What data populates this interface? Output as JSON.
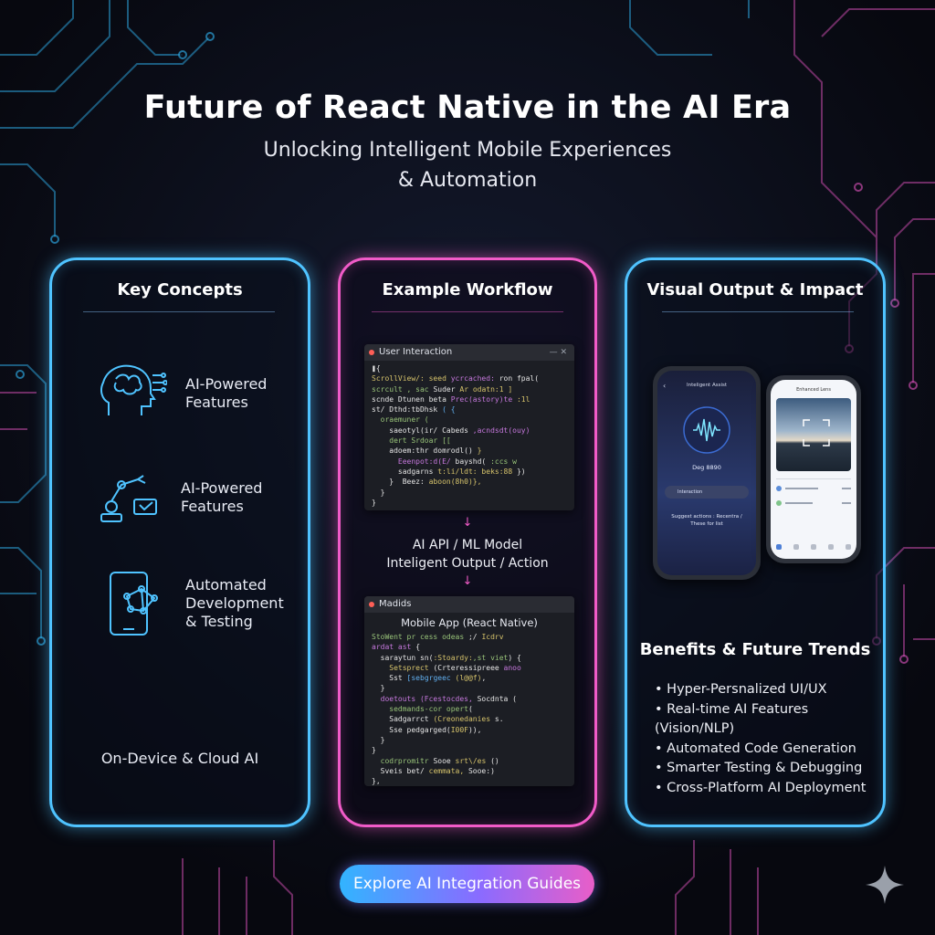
{
  "header": {
    "title": "Future of React Native in the AI Era",
    "subtitle_line1": "Unlocking Intelligent Mobile Experiences",
    "subtitle_line2": "& Automation"
  },
  "panels": {
    "concepts": {
      "title": "Key Concepts",
      "items": [
        {
          "line1": "AI-Powered",
          "line2": "Features",
          "icon": "brain-head-icon"
        },
        {
          "line1": "AI-Powered",
          "line2": "Features",
          "icon": "robot-arm-icon"
        },
        {
          "line1": "Automated",
          "line2": "Development",
          "line3": "& Testing",
          "icon": "phone-network-icon"
        }
      ],
      "footer": "On-Device & Cloud AI"
    },
    "workflow": {
      "title": "Example Workflow",
      "window1_title": "User Interaction",
      "step1": "AI API / ML Model",
      "step2": "Inteligent Output / Action",
      "window2_title": "Madids",
      "window2_heading": "Mobile App (React Native)"
    },
    "output": {
      "title": "Visual Output & Impact",
      "phone1": {
        "header": "Inteligent Assist",
        "status": "Deg 8890",
        "chip": "Interaction",
        "caption1": "Suggest actions : Recentra /",
        "caption2": "These for list"
      },
      "phone2": {
        "header": "Enhanced Lens"
      },
      "benefits_title": "Benefits & Future Trends",
      "benefits": [
        "• Hyper-Persnalized UI/UX",
        "• Real-time AI Features (Vision/NLP)",
        "• Automated Code Generation",
        "• Smarter Testing & Debugging",
        "• Cross-Platform AI Deployment"
      ]
    }
  },
  "cta": {
    "label": "Explore AI Integration Guides"
  },
  "colors": {
    "blue_glow": "#4fc3ff",
    "pink_glow": "#f15bc8",
    "background": "#0b0d16"
  }
}
